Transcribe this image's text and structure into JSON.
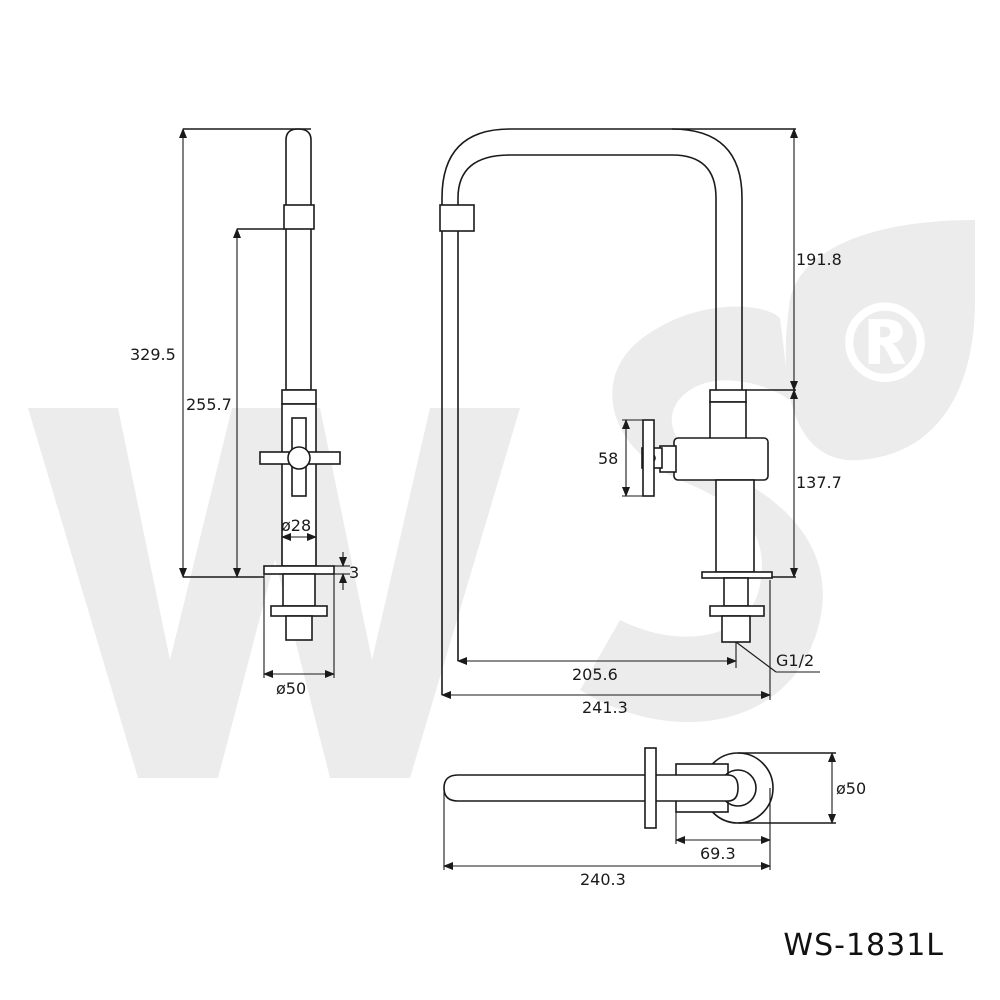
{
  "model_code": "WS-1831L",
  "watermark": {
    "registered_mark": "®"
  },
  "dimensions": {
    "side_total_height": "329.5",
    "side_lower_height": "255.7",
    "side_body_diameter": "ø28",
    "side_flange_thickness": "3",
    "side_base_diameter": "ø50",
    "front_upper_height": "191.8",
    "front_lower_height": "137.7",
    "front_handle_height": "58",
    "front_thread": "G1/2",
    "front_inner_reach": "205.6",
    "front_total_width": "241.3",
    "top_base_diameter": "ø50",
    "top_body_depth": "69.3",
    "top_total_length": "240.3"
  }
}
